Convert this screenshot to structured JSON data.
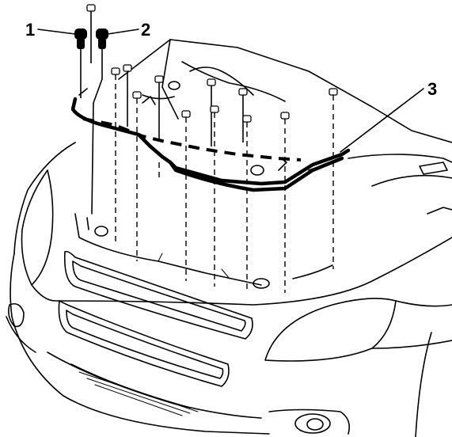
{
  "callouts": [
    {
      "id": "1",
      "label": "1"
    },
    {
      "id": "2",
      "label": "2"
    },
    {
      "id": "3",
      "label": "3"
    }
  ],
  "icons": {
    "vehicle": "vehicle-front-end-icon",
    "shield": "front-shield-icon",
    "bolt": "bolt-icon",
    "retainer": "push-pin-retainer-icon"
  }
}
